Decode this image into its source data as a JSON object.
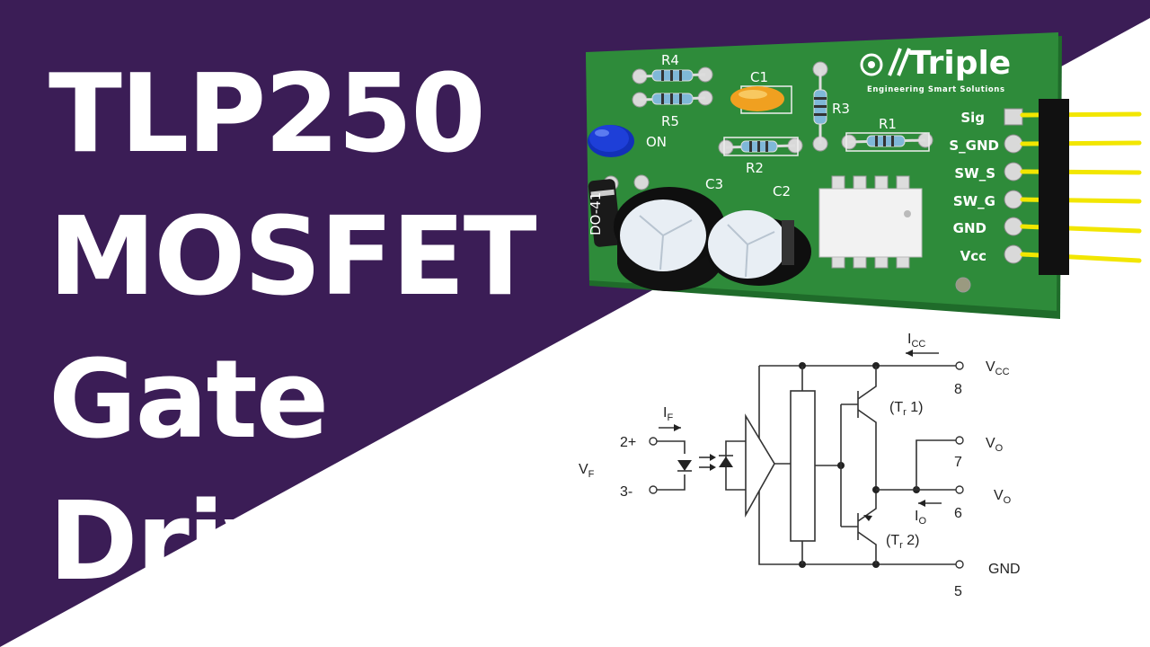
{
  "colors": {
    "background_purple": "#3b1d56",
    "background_white": "#ffffff",
    "pcb_green": "#2e8b3a",
    "pin_gold": "#f2e600",
    "capacitor_orange": "#f0a020",
    "led_blue": "#1e3fd8"
  },
  "title": {
    "line1": "TLP250",
    "line2": "MOSFET",
    "line3": "Gate",
    "line4": "Driver"
  },
  "pcb": {
    "logo_name": "Triple",
    "logo_tagline": "Engineering Smart Solutions",
    "components": {
      "r4": "R4",
      "r5": "R5",
      "c1": "C1",
      "r3": "R3",
      "r2": "R2",
      "r1": "R1",
      "c3": "C3",
      "c2": "C2",
      "led_label": "ON",
      "diode_label": "DO-41"
    },
    "pins": [
      "Sig",
      "S_GND",
      "SW_S",
      "SW_G",
      "GND",
      "Vcc"
    ]
  },
  "schematic": {
    "icc": "I",
    "icc_sub": "CC",
    "vcc": "V",
    "vcc_sub": "CC",
    "pin8": "8",
    "if": "I",
    "if_sub": "F",
    "pin2": "2+",
    "vf": "V",
    "vf_sub": "F",
    "pin3": "3-",
    "tr1": "(T",
    "tr1_sub": "r",
    "tr1_end": " 1)",
    "vo_top": "V",
    "vo_top_sub": "O",
    "pin7": "7",
    "vo_bottom": "V",
    "vo_bottom_sub": "O",
    "io": "I",
    "io_sub": "O",
    "pin6": "6",
    "tr2": "(T",
    "tr2_sub": "r",
    "tr2_end": " 2)",
    "gnd": "GND",
    "pin5": "5"
  }
}
